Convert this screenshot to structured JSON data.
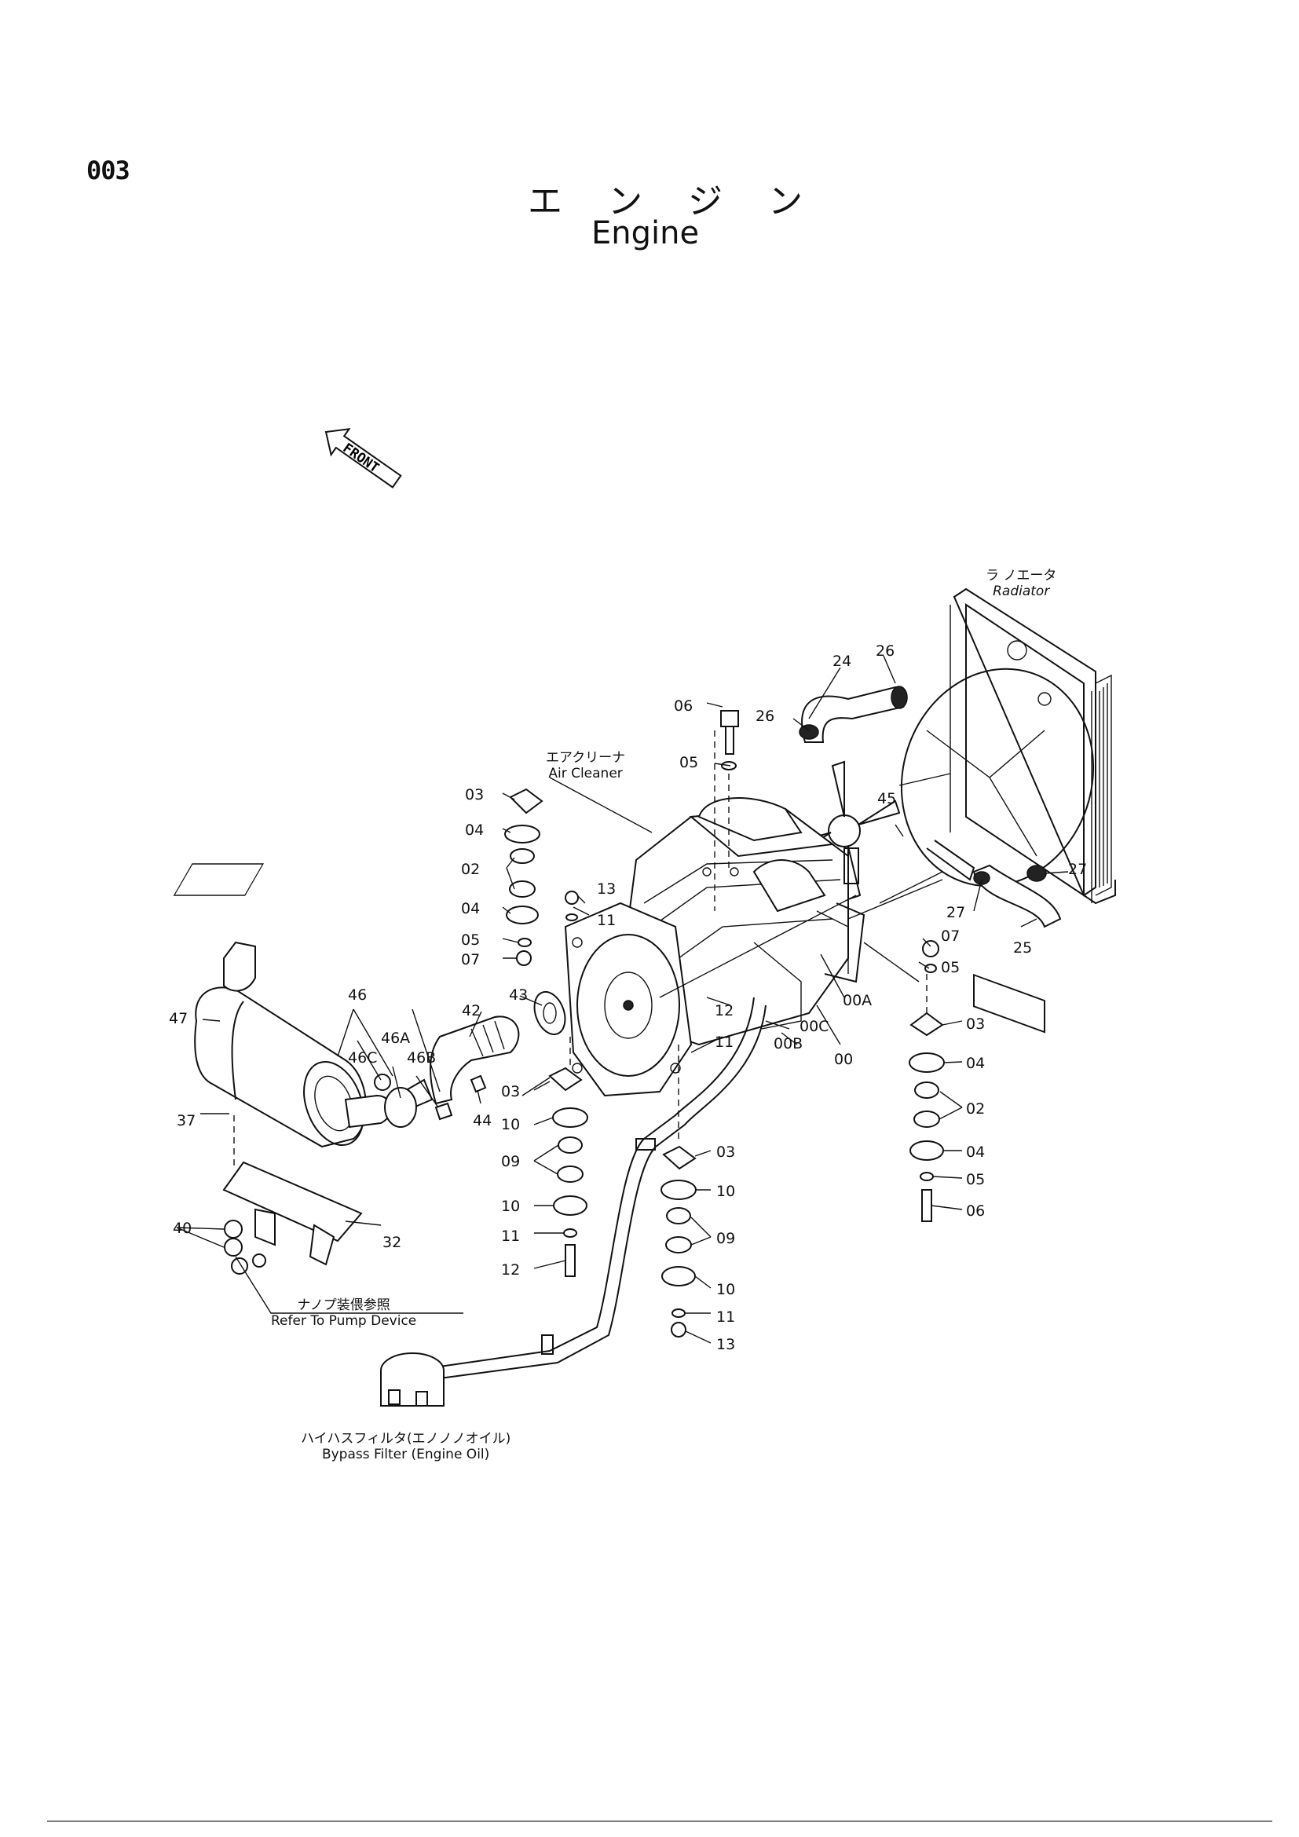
{
  "page": {
    "number": "003"
  },
  "title": {
    "japanese": "エ ン ジ ン",
    "english": "Engine"
  },
  "front_marker": "FRONT",
  "captions": {
    "radiator": {
      "jp": "ラ ノエータ",
      "en": "Radiator"
    },
    "air_cleaner": {
      "jp": "エアクリーナ",
      "en": "Air Cleaner"
    },
    "pump_ref": {
      "jp": "ナノプ装偎参照",
      "en": "Refer To Pump Device"
    },
    "bypass_filter": {
      "jp": "ハイハスフィルタ(エノノノオイル)",
      "en": "Bypass Filter (Engine Oil)"
    }
  },
  "callouts": [
    "06",
    "05",
    "03",
    "04",
    "02",
    "04",
    "05",
    "07",
    "24",
    "26",
    "26",
    "45",
    "27",
    "27",
    "25",
    "13",
    "11",
    "07",
    "05",
    "46",
    "46A",
    "46C",
    "46B",
    "47",
    "37",
    "43",
    "42",
    "44",
    "12",
    "11",
    "00C",
    "00B",
    "00A",
    "00",
    "03",
    "04",
    "02",
    "04",
    "05",
    "06",
    "03",
    "10",
    "09",
    "10",
    "11",
    "12",
    "03",
    "10",
    "09",
    "10",
    "11",
    "13",
    "40",
    "32"
  ]
}
